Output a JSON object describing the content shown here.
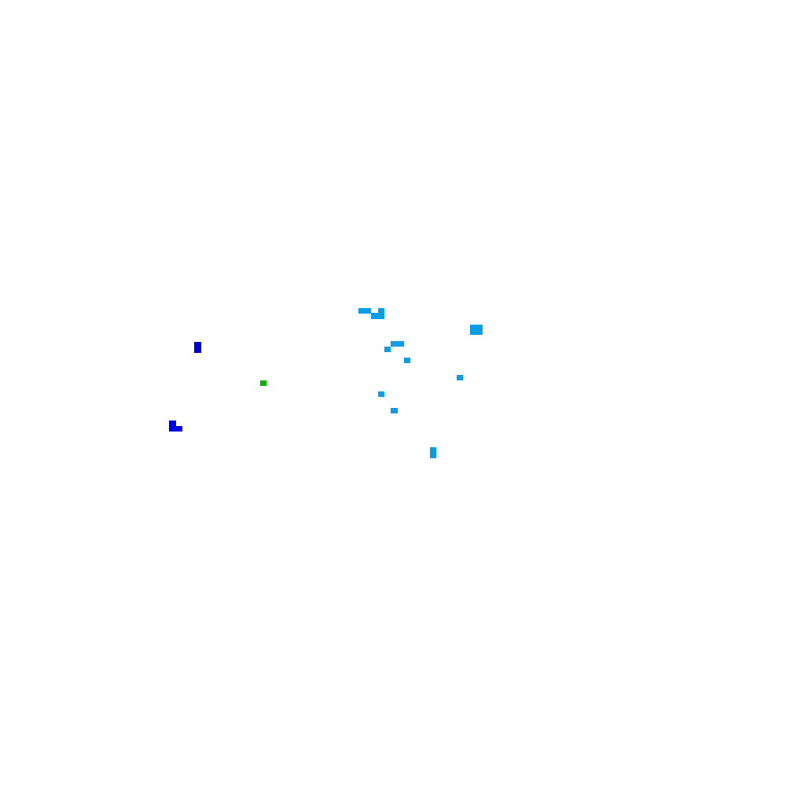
{
  "colors": {
    "background": "#ffffff",
    "light_blue": "#0a9ee8",
    "dark_blue": "#0000e6",
    "green": "#00b400"
  },
  "cells": [
    {
      "id": "cell-1",
      "color": "light_blue"
    },
    {
      "id": "cell-2",
      "color": "light_blue"
    },
    {
      "id": "cell-3",
      "color": "light_blue"
    },
    {
      "id": "cell-4",
      "color": "light_blue"
    },
    {
      "id": "cell-5",
      "color": "light_blue"
    },
    {
      "id": "cell-6",
      "color": "light_blue"
    },
    {
      "id": "cell-7",
      "color": "light_blue"
    },
    {
      "id": "cell-8",
      "color": "light_blue"
    },
    {
      "id": "cell-9",
      "color": "light_blue"
    },
    {
      "id": "cell-10",
      "color": "light_blue"
    },
    {
      "id": "cell-11",
      "color": "light_blue"
    },
    {
      "id": "cell-12",
      "color": "dark_blue"
    },
    {
      "id": "cell-13",
      "color": "dark_blue"
    },
    {
      "id": "cell-14",
      "color": "dark_blue"
    },
    {
      "id": "cell-15",
      "color": "green"
    }
  ]
}
